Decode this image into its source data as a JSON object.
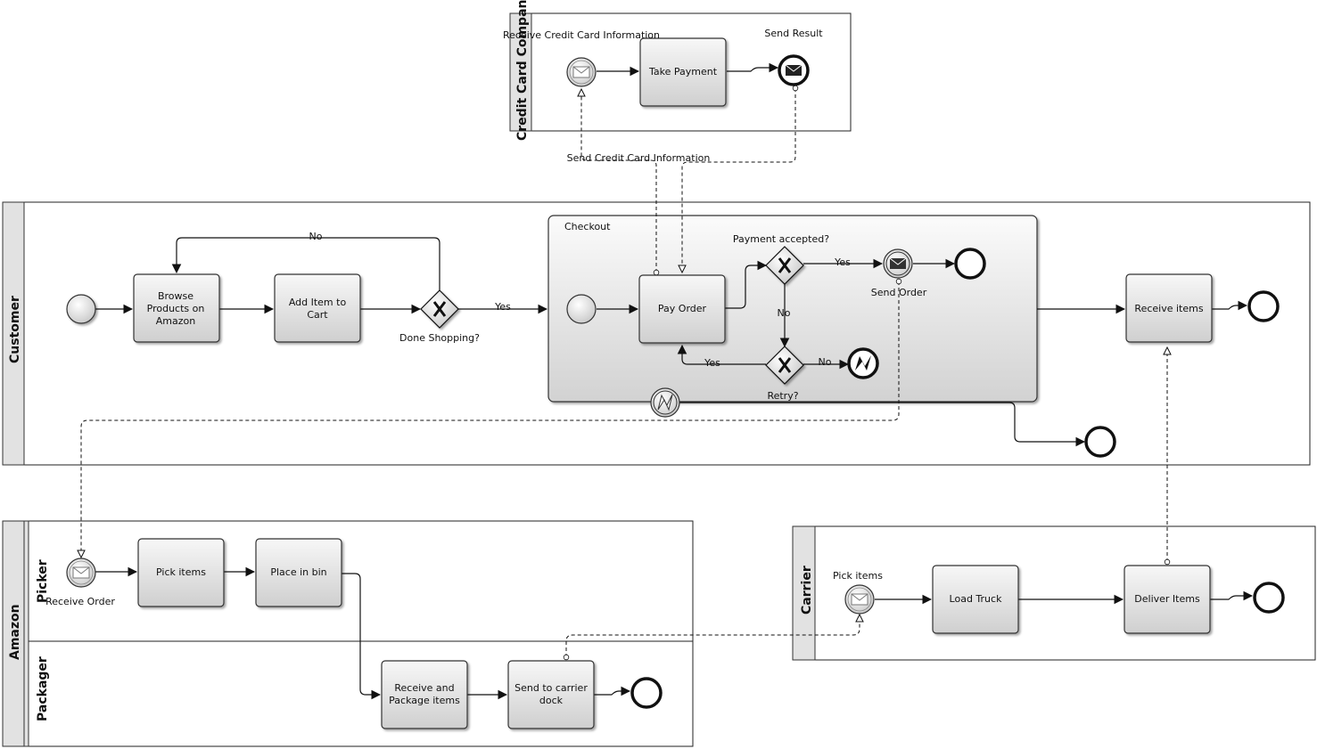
{
  "pools": {
    "credit_card_company": "Credit Card Company",
    "customer": "Customer",
    "amazon": "Amazon",
    "carrier": "Carrier"
  },
  "lanes": {
    "picker": "Picker",
    "packager": "Packager"
  },
  "credit_card": {
    "receive_event": "Receive Credit Card Information",
    "take_payment": "Take Payment",
    "send_result": "Send Result",
    "msg_send_cc_info": "Send Credit Card Information"
  },
  "customer": {
    "browse_line1": "Browse",
    "browse_line2": "Products on",
    "browse_line3": "Amazon",
    "add_line1": "Add Item to",
    "add_line2": "Cart",
    "done_shopping": "Done Shopping?",
    "no_label": "No",
    "yes_label": "Yes",
    "checkout": "Checkout",
    "pay_order": "Pay Order",
    "payment_accepted": "Payment accepted?",
    "pay_yes": "Yes",
    "pay_no": "No",
    "send_order": "Send Order",
    "retry": "Retry?",
    "retry_yes": "Yes",
    "retry_no": "No",
    "receive_items": "Receive items"
  },
  "picker": {
    "receive_order": "Receive Order",
    "pick_items": "Pick items",
    "place_in_bin": "Place in bin"
  },
  "packager": {
    "receive_line1": "Receive and",
    "receive_line2": "Package  items",
    "send_line1": "Send to carrier",
    "send_line2": "dock"
  },
  "carrier": {
    "pick_items_event": "Pick items",
    "load_truck": "Load Truck",
    "deliver_items": "Deliver Items"
  }
}
